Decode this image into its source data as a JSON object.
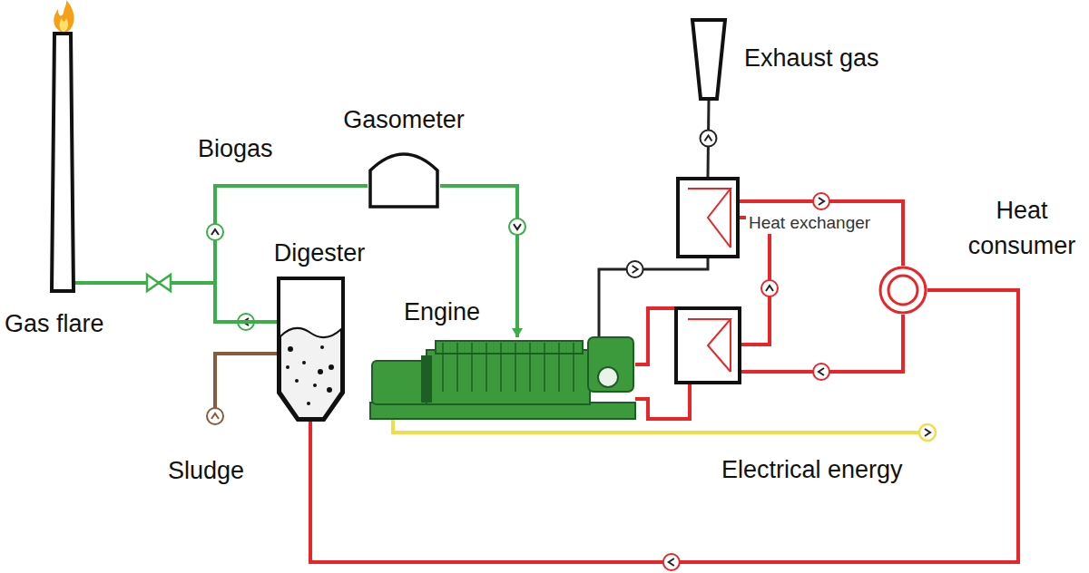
{
  "diagram": {
    "nodes": [
      {
        "text": [
          "Gas flare"
        ]
      },
      {
        "text": [
          "Gasometer"
        ]
      },
      {
        "text": [
          "Digester"
        ]
      },
      {
        "text": [
          "Engine"
        ]
      },
      {
        "text": [
          "Exhaust gas"
        ]
      },
      {
        "text": [
          "Heat exchanger"
        ]
      },
      {
        "text": [
          "Heat consumer"
        ]
      }
    ],
    "edges": [
      {
        "from": 2,
        "to": 1,
        "arrow": "to"
      },
      {
        "from": 2,
        "to": 0,
        "arrow": "none"
      },
      {
        "from": 1,
        "to": 3,
        "arrow": "to"
      },
      {
        "from": 3,
        "to": 5,
        "arrow": "to"
      },
      {
        "from": 5,
        "to": 4,
        "arrow": "to"
      },
      {
        "from": 5,
        "to": 6,
        "arrow": "to"
      },
      {
        "from": 6,
        "to": 2,
        "arrow": "to"
      }
    ],
    "labels": [
      "Biogas",
      "Sludge",
      "Electrical energy"
    ]
  }
}
